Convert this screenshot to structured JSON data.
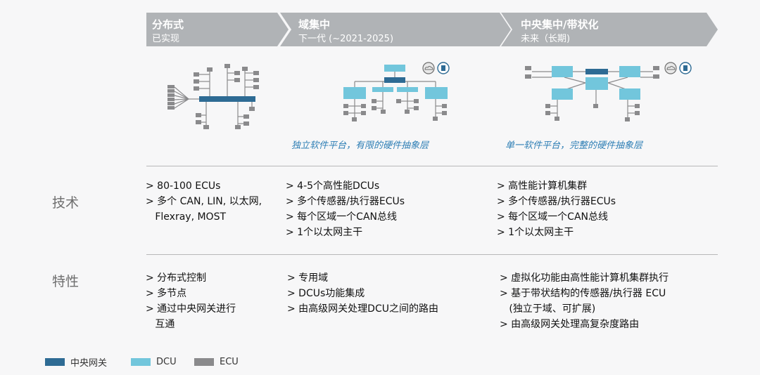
{
  "columns": [
    {
      "title": "分布式",
      "subtitle": "已实现"
    },
    {
      "title": "域集中",
      "subtitle": "下一代 (~2021-2025)"
    },
    {
      "title": "中央集中/带状化",
      "subtitle": "未来（长期)"
    }
  ],
  "captions": [
    "独立软件平台，有限的硬件抽象层",
    "单一软件平台，完整的硬件抽象层"
  ],
  "rows": [
    {
      "label": "技术",
      "cells": [
        [
          "> 80-100 ECUs",
          "> 多个 CAN, LIN, 以太网,",
          "   Flexray, MOST"
        ],
        [
          "> 4-5个高性能DCUs",
          "> 多个传感器/执行器ECUs",
          "> 每个区域一个CAN总线",
          "> 1个以太网主干"
        ],
        [
          "> 高性能计算机集群",
          "> 多个传感器/执行器ECUs",
          "> 每个区域一个CAN总线",
          "> 1个以太网主干"
        ]
      ]
    },
    {
      "label": "特性",
      "cells": [
        [
          "> 分布式控制",
          "> 多节点",
          "> 通过中央网关进行",
          "   互通"
        ],
        [
          "> 专用域",
          "> DCUs功能集成",
          "> 由高级网关处理DCU之间的路由"
        ],
        [
          "> 虚拟化功能由高性能计算机集群执行",
          "> 基于带状结构的传感器/执行器 ECU",
          "   (独立于域、可扩展)",
          "> 由高级网关处理高复杂度路由"
        ]
      ]
    }
  ],
  "legend": [
    {
      "label": "中央网关",
      "color": "#2e6b94"
    },
    {
      "label": "DCU",
      "color": "#72c6dc"
    },
    {
      "label": "ECU",
      "color": "#8a8a8c"
    }
  ],
  "icons": [
    "cloud-icon",
    "chip-icon"
  ],
  "colors": {
    "header_gray": "#b0b3b6",
    "central_gateway": "#2e6b94",
    "dcu": "#72c6dc",
    "ecu": "#8a8a8c",
    "caption": "#2f7fb5"
  }
}
